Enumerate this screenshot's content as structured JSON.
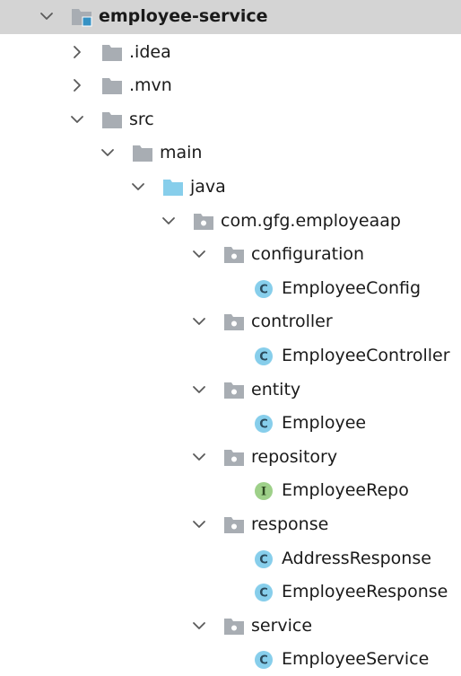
{
  "tree": [
    {
      "label": "employee-service",
      "icon": "module-folder",
      "depth": 0,
      "chevron": "expanded",
      "bold": true,
      "selected": true
    },
    {
      "label": ".idea",
      "icon": "folder",
      "depth": 1,
      "chevron": "collapsed"
    },
    {
      "label": ".mvn",
      "icon": "folder",
      "depth": 1,
      "chevron": "collapsed"
    },
    {
      "label": "src",
      "icon": "folder",
      "depth": 1,
      "chevron": "expanded"
    },
    {
      "label": "main",
      "icon": "folder",
      "depth": 2,
      "chevron": "expanded"
    },
    {
      "label": "java",
      "icon": "source-folder",
      "depth": 3,
      "chevron": "expanded"
    },
    {
      "label": "com.gfg.employeaap",
      "icon": "package",
      "depth": 4,
      "chevron": "expanded"
    },
    {
      "label": "configuration",
      "icon": "package",
      "depth": 5,
      "chevron": "expanded"
    },
    {
      "label": "EmployeeConfig",
      "icon": "class",
      "depth": 6,
      "chevron": "none"
    },
    {
      "label": "controller",
      "icon": "package",
      "depth": 5,
      "chevron": "expanded"
    },
    {
      "label": "EmployeeController",
      "icon": "class",
      "depth": 6,
      "chevron": "none"
    },
    {
      "label": "entity",
      "icon": "package",
      "depth": 5,
      "chevron": "expanded"
    },
    {
      "label": "Employee",
      "icon": "class",
      "depth": 6,
      "chevron": "none"
    },
    {
      "label": "repository",
      "icon": "package",
      "depth": 5,
      "chevron": "expanded"
    },
    {
      "label": "EmployeeRepo",
      "icon": "interface",
      "depth": 6,
      "chevron": "none"
    },
    {
      "label": "response",
      "icon": "package",
      "depth": 5,
      "chevron": "expanded"
    },
    {
      "label": "AddressResponse",
      "icon": "class",
      "depth": 6,
      "chevron": "none"
    },
    {
      "label": "EmployeeResponse",
      "icon": "class",
      "depth": 6,
      "chevron": "none"
    },
    {
      "label": "service",
      "icon": "package",
      "depth": 5,
      "chevron": "expanded"
    },
    {
      "label": "EmployeeService",
      "icon": "class",
      "depth": 6,
      "chevron": "none"
    }
  ],
  "colors": {
    "selection": "#d4d4d4",
    "folder": "#a8adb3",
    "source_folder": "#87ceeb",
    "module_badge": "#3592c4",
    "class_fill": "#87ceeb",
    "interface_fill": "#9ed089",
    "chevron": "#5a5a5a"
  }
}
